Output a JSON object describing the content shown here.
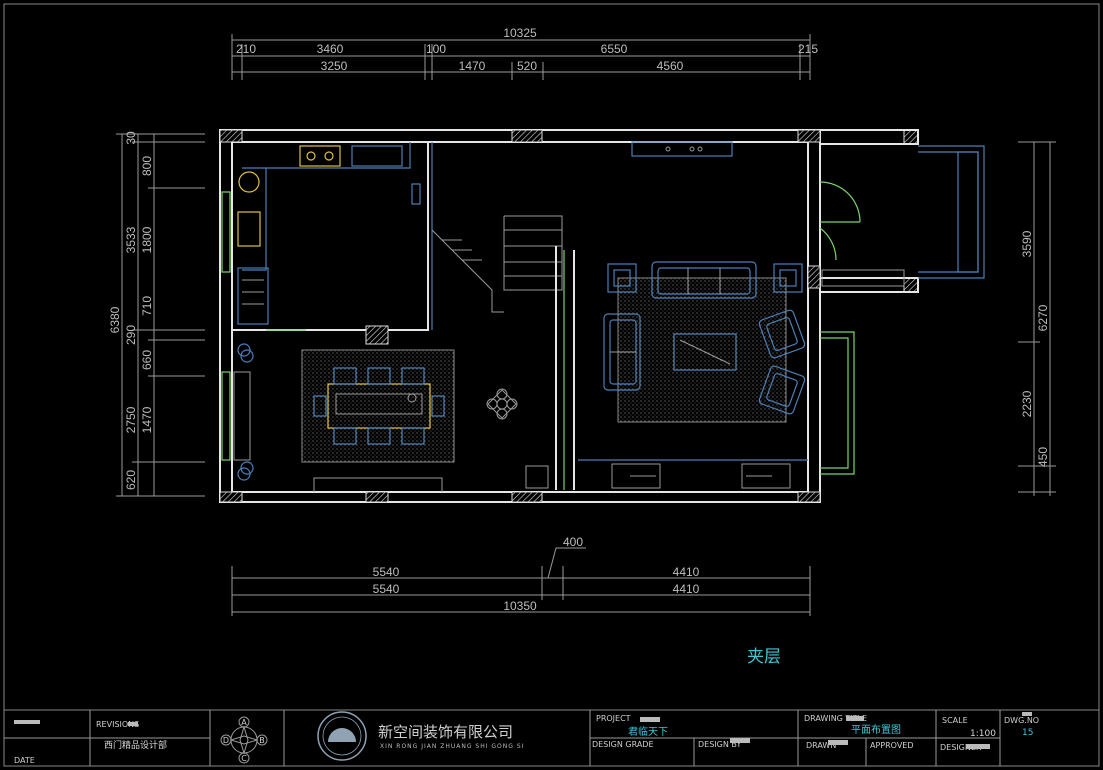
{
  "dimensions": {
    "top_total": "10325",
    "top_row1": [
      "210",
      "3460",
      "100",
      "6550",
      "215"
    ],
    "top_row2": [
      "3250",
      "1470",
      "520",
      "4560"
    ],
    "bottom_callout": "400",
    "bottom_row1": [
      "5540",
      "4410"
    ],
    "bottom_row2": [
      "5540",
      "4410"
    ],
    "bottom_total": "10350",
    "left_total": "6380",
    "left_outer": [
      "30",
      "3533",
      "290",
      "2750",
      "620"
    ],
    "left_inner": [
      "800",
      "1800",
      "710",
      "660",
      "1470"
    ],
    "right_outer": [
      "3590",
      "2230",
      "450"
    ],
    "right_inner": [
      "6270"
    ]
  },
  "floor_label": "夹层",
  "title_block": {
    "revisions_label": "REVISIONS",
    "client_label": "西门精品设计部",
    "date_label": "DATE",
    "compass": [
      "A",
      "B",
      "C",
      "D"
    ],
    "company_name": "新空间装饰有限公司",
    "company_pinyin": "XIN RONG JIAN ZHUANG SHI GONG SI",
    "project_label": "PROJECT",
    "project_name": "君临天下",
    "design_grade_label": "DESIGN GRADE",
    "design_by_label": "DESIGN BY",
    "drawing_title_label": "DRAWING TITLE",
    "drawing_title": "平面布置图",
    "drawn_label": "DRAWN",
    "approved_label": "APPROVED",
    "scale_label": "SCALE",
    "scale_value": "1:100",
    "designer_label": "DESIGNER",
    "dwg_no_label": "DWG.NO",
    "dwg_no_value": "15"
  },
  "colors": {
    "background": "#000000",
    "walls": "#e6e6e6",
    "furniture": "#4a7fb8",
    "doors_windows": "#7ed36a",
    "fixtures": "#e0c040",
    "accent_text": "#3fc7d6"
  }
}
